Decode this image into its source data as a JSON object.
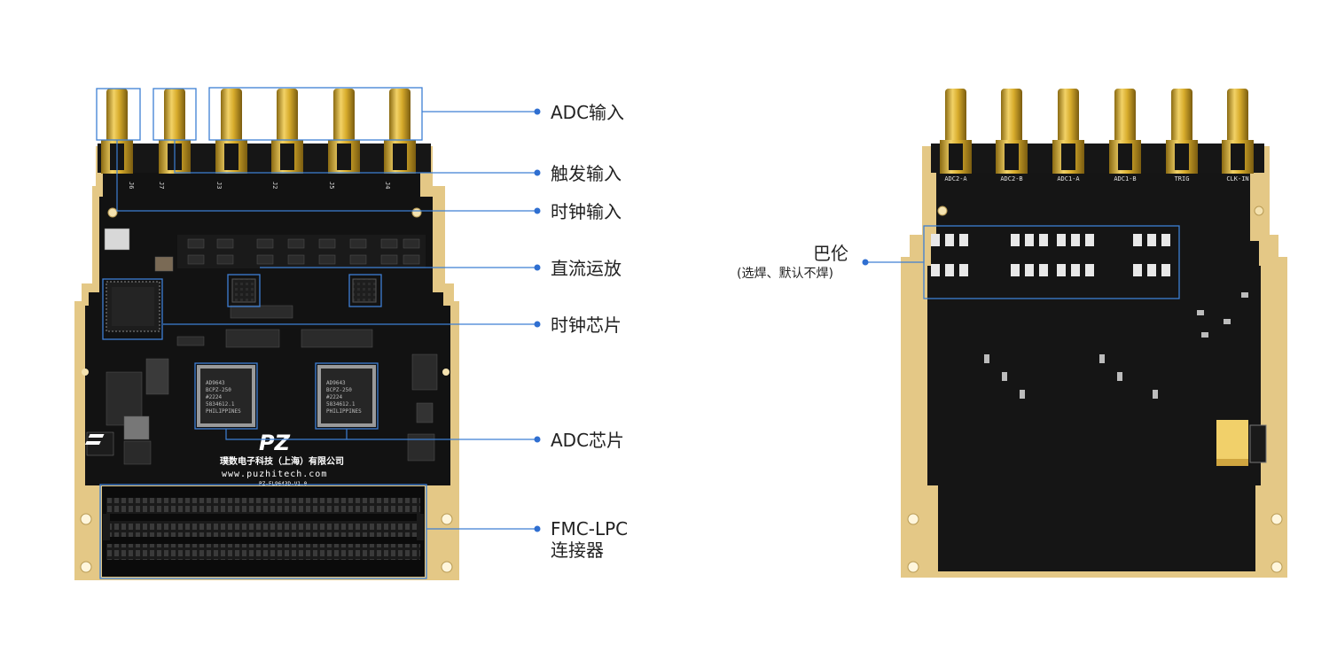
{
  "left_board": {
    "company_name": "璞数电子科技（上海）有限公司",
    "website": "www.puzhitech.com",
    "model": "PZ-FL9643D-V1.0",
    "logo_text": "PZ",
    "chip_marking": [
      "AD9643",
      "BCPZ-250",
      "#2224",
      "5834612.1",
      "PHILIPPINES"
    ],
    "connector_silkscreen": [
      "J6",
      "J7",
      "J3",
      "J2",
      "J5",
      "J4"
    ]
  },
  "callouts": {
    "adc_input": "ADC输入",
    "trigger_input": "触发输入",
    "clock_input": "时钟输入",
    "dc_opamp": "直流运放",
    "clock_chip": "时钟芯片",
    "adc_chip": "ADC芯片",
    "fmc_line1": "FMC-LPC",
    "fmc_line2": "连接器",
    "balun": "巴伦",
    "balun_note": "(选焊、默认不焊)"
  },
  "right_board": {
    "connector_labels": [
      "ADC2-A",
      "ADC2-B",
      "ADC1-A",
      "ADC1-B",
      "TRIG",
      "CLK-IN"
    ]
  },
  "colors": {
    "pcb": "#121212",
    "gold": "#e4c886",
    "sma_gold": "#c9a12a",
    "highlight_box": "#3d7fd4",
    "callout_dot": "#2f6fd1"
  }
}
